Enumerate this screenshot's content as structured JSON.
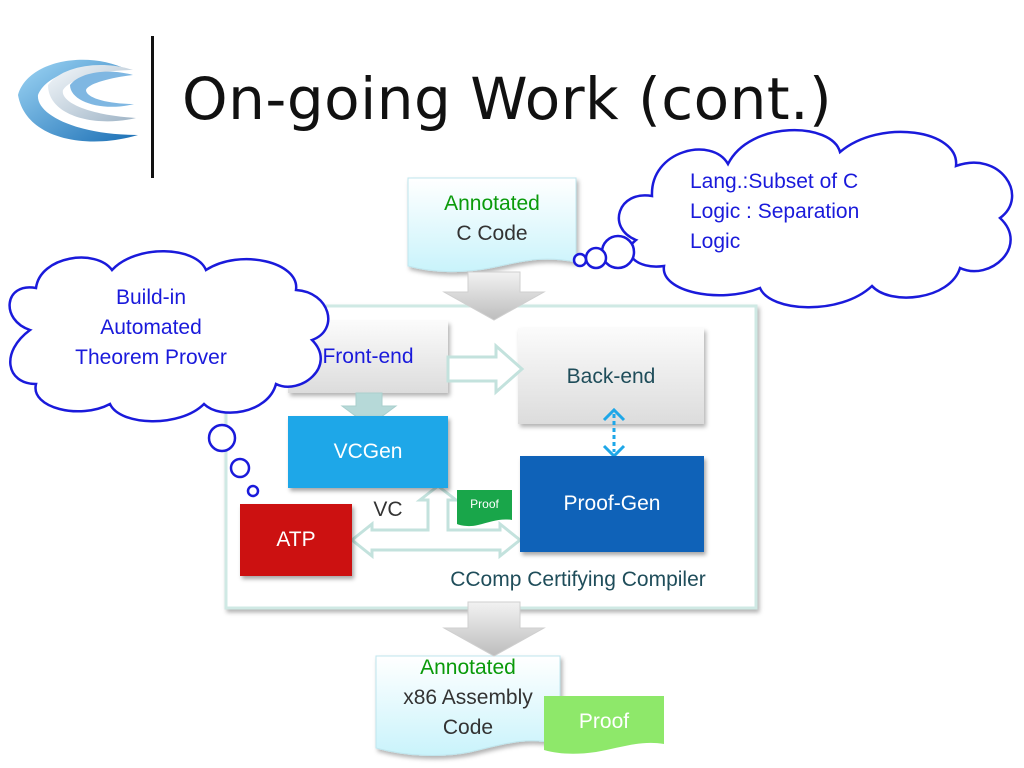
{
  "slide": {
    "title": "On-going Work (cont.)"
  },
  "diagram": {
    "input_doc": {
      "line1": "Annotated",
      "line2": "C Code"
    },
    "output_doc": {
      "line1": "Annotated",
      "line2": "x86 Assembly",
      "line3": "Code"
    },
    "output_proof": "Proof",
    "compiler_label": "CComp Certifying Compiler",
    "nodes": {
      "front_end": "Front-end",
      "back_end": "Back-end",
      "vcgen": "VCGen",
      "proof_gen": "Proof-Gen",
      "atp": "ATP"
    },
    "vc_label": "VC",
    "small_proof": "Proof",
    "cloud_right": {
      "line1": "Lang.:Subset of C",
      "line2": "Logic : Separation",
      "line3": "Logic"
    },
    "cloud_left": {
      "line1": "Build-in",
      "line2": "Automated",
      "line3": "Theorem Prover"
    }
  },
  "colors": {
    "green_text": "#0a9a0a",
    "blue_text": "#1a1adb",
    "vcgen": "#1ea7e8",
    "proof_gen": "#0f62b8",
    "atp": "#cc1111",
    "proof_green": "#19a64a",
    "proof_light": "#8ee86a"
  }
}
